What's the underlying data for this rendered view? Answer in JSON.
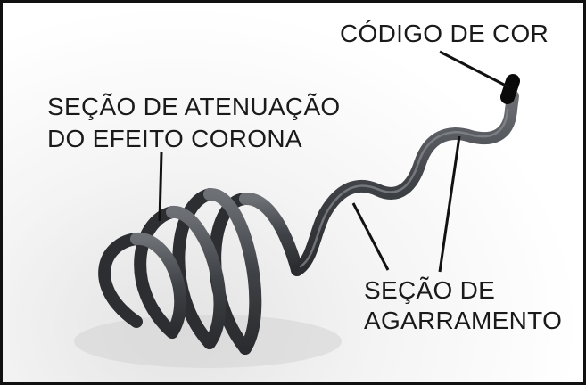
{
  "labels": {
    "color_code": "CÓDIGO DE COR",
    "corona_line1": "SEÇÃO DE ATENUAÇÃO",
    "corona_line2": "DO EFEITO CORONA",
    "grip_line1": "SEÇÃO DE",
    "grip_line2": "AGARRAMENTO"
  },
  "colors": {
    "rod": "#3f4246",
    "rod_highlight": "#8a8d92",
    "color_code_tip": "#0a0a0a",
    "text": "#1a1a1a",
    "frame_border": "#111111"
  }
}
